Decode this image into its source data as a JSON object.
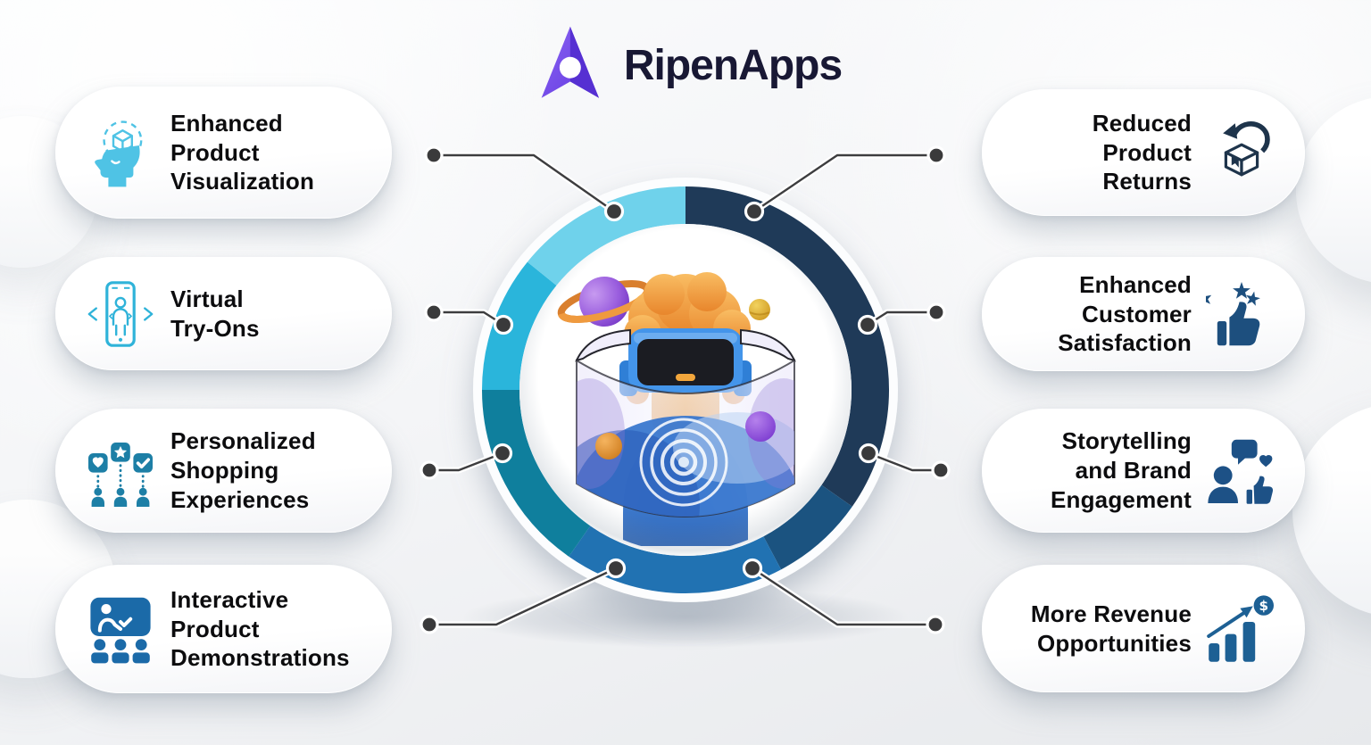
{
  "brand": {
    "name": "RipenApps",
    "logo_color_start": "#8a63f2",
    "logo_color_end": "#5630d2",
    "text_color": "#181834"
  },
  "pills": {
    "left": [
      {
        "label": "Enhanced\nProduct\nVisualization",
        "icon": "head-visualization-icon",
        "icon_color": "#4fc3e5"
      },
      {
        "label": "Virtual\nTry-Ons",
        "icon": "virtual-tryon-phone-icon",
        "icon_color": "#2fb3d9"
      },
      {
        "label": "Personalized\nShopping\nExperiences",
        "icon": "personalized-shoppers-icon",
        "icon_color": "#1d7fa6"
      },
      {
        "label": "Interactive\nProduct\nDemonstrations",
        "icon": "product-demo-icon",
        "icon_color": "#1b6aa8"
      }
    ],
    "right": [
      {
        "label": "Reduced\nProduct\nReturns",
        "icon": "return-box-icon",
        "icon_color": "#1e344b"
      },
      {
        "label": "Enhanced\nCustomer\nSatisfaction",
        "icon": "stars-thumbs-up-icon",
        "icon_color": "#1d4f7e"
      },
      {
        "label": "Storytelling\nand Brand\nEngagement",
        "icon": "brand-engagement-icon",
        "icon_color": "#1d5186"
      },
      {
        "label": "More Revenue\nOpportunities",
        "icon": "revenue-growth-icon",
        "icon_color": "#1d6094"
      }
    ]
  },
  "center_ring": {
    "segment_colors": [
      "#6fd2eb",
      "#2ab5db",
      "#0f7f9d",
      "#2172b2",
      "#1b5380",
      "#1f3a58"
    ],
    "connector_color": "#3a3a3b",
    "illustration": "vr-character-icon"
  },
  "icons": {
    "dollar_sign": "$"
  }
}
